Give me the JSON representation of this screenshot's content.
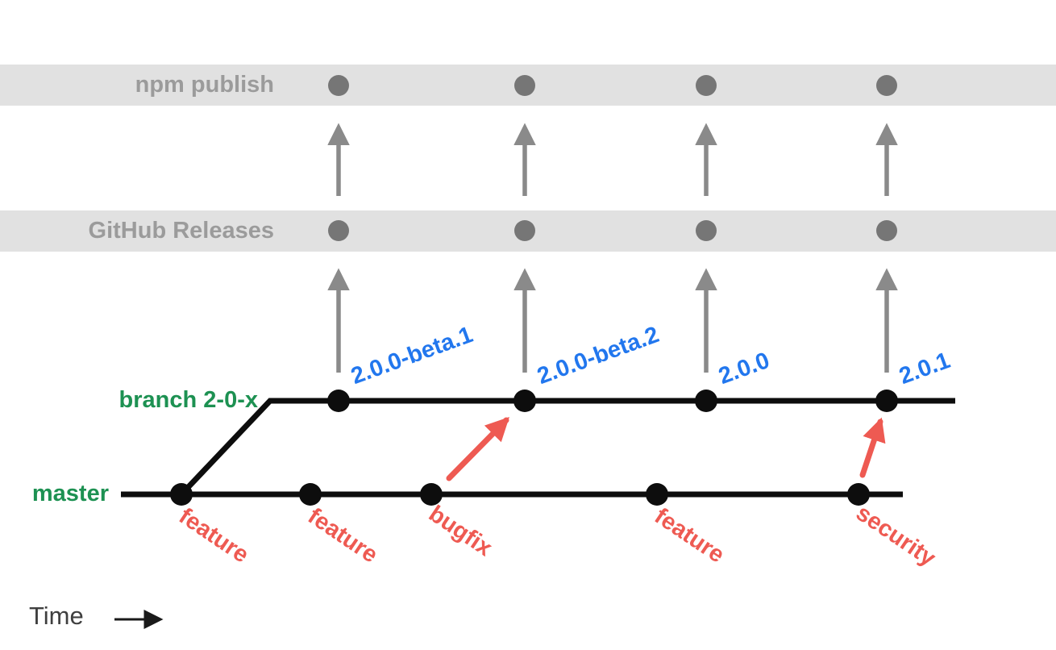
{
  "lanes": {
    "npm_label": "npm publish",
    "github_label": "GitHub Releases"
  },
  "branches": {
    "release_label": "branch 2-0-x",
    "master_label": "master"
  },
  "releases": [
    {
      "version": "2.0.0-beta.1"
    },
    {
      "version": "2.0.0-beta.2"
    },
    {
      "version": "2.0.0"
    },
    {
      "version": "2.0.1"
    }
  ],
  "commits": [
    {
      "label": "feature"
    },
    {
      "label": "feature"
    },
    {
      "label": "bugfix"
    },
    {
      "label": "feature"
    },
    {
      "label": "security"
    }
  ],
  "time_label": "Time",
  "colors": {
    "band_bg": "#e1e1e1",
    "lane_text": "#9b9b9b",
    "gray_dot": "#767676",
    "gray_arrow": "#8a8a8a",
    "black": "#0d0d0d",
    "green": "#1d9152",
    "red": "#ee5a52",
    "blue": "#2277ee",
    "time_text": "#3f3f3f"
  }
}
